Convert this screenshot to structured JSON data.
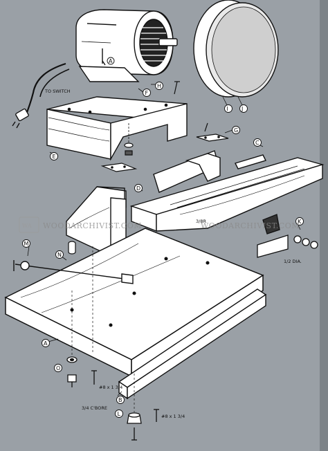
{
  "colors": {
    "background": "#9aa0a6",
    "ink": "#111111",
    "paper": "#ffffff",
    "shade": "#d8d8d8"
  },
  "watermark": {
    "left_logo": "WA",
    "text_left": "WOODARCHIVIST.COM",
    "text_right": "WOODARCHIVIST.COM"
  },
  "part_labels": {
    "a": "A",
    "b": "B",
    "c": "C",
    "d": "D",
    "e": "E",
    "f": "F",
    "g": "G",
    "h": "H",
    "i": "I",
    "j": "J",
    "k": "K",
    "l": "L",
    "m": "M",
    "n": "N",
    "o": "O"
  },
  "annotations": {
    "switch": "TO SWITCH",
    "dimension_top": "3/8R",
    "dimension_right": "1/2 DIA.",
    "screw_o": "#8 x 1 3/4",
    "screw_l": "#8 x 1 3/4",
    "bore": "3/4 C'BORE"
  }
}
